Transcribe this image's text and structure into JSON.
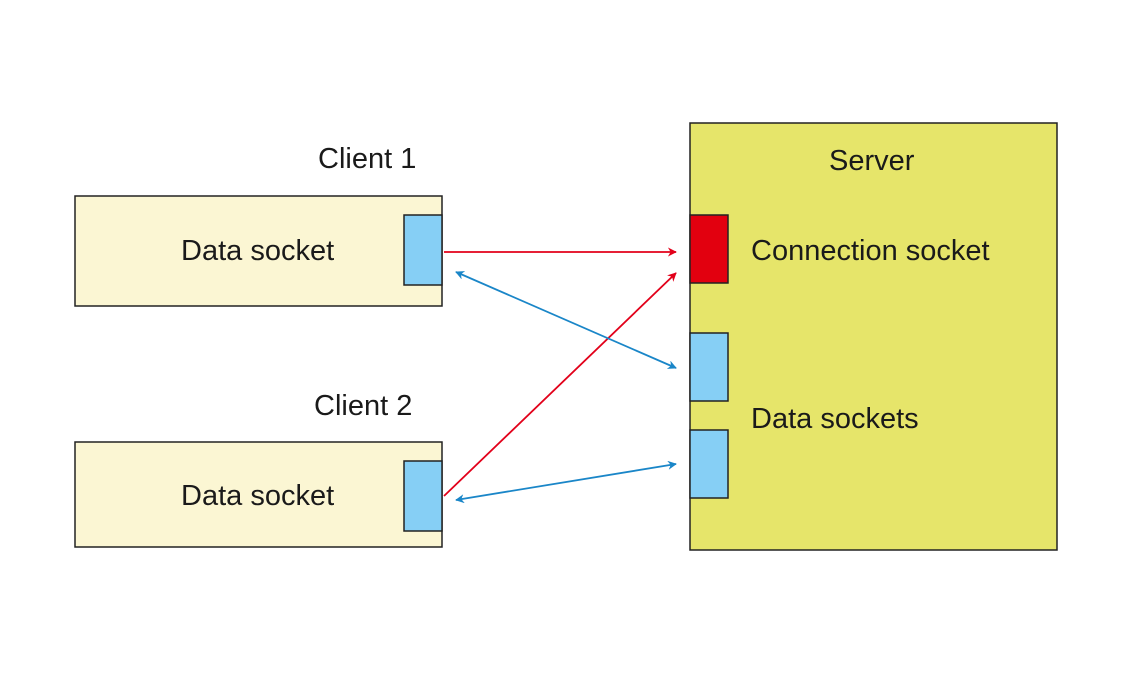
{
  "client1": {
    "title": "Client 1",
    "socket_label": "Data socket"
  },
  "client2": {
    "title": "Client 2",
    "socket_label": "Data socket"
  },
  "server": {
    "title": "Server",
    "connection_socket_label": "Connection socket",
    "data_sockets_label": "Data sockets"
  },
  "colors": {
    "client_box": "#fbf6d3",
    "server_box": "#e6e56a",
    "data_socket": "#86cff5",
    "connection_socket": "#e2000f",
    "connection_arrow": "#e2001a",
    "data_arrow": "#1a86c8"
  }
}
